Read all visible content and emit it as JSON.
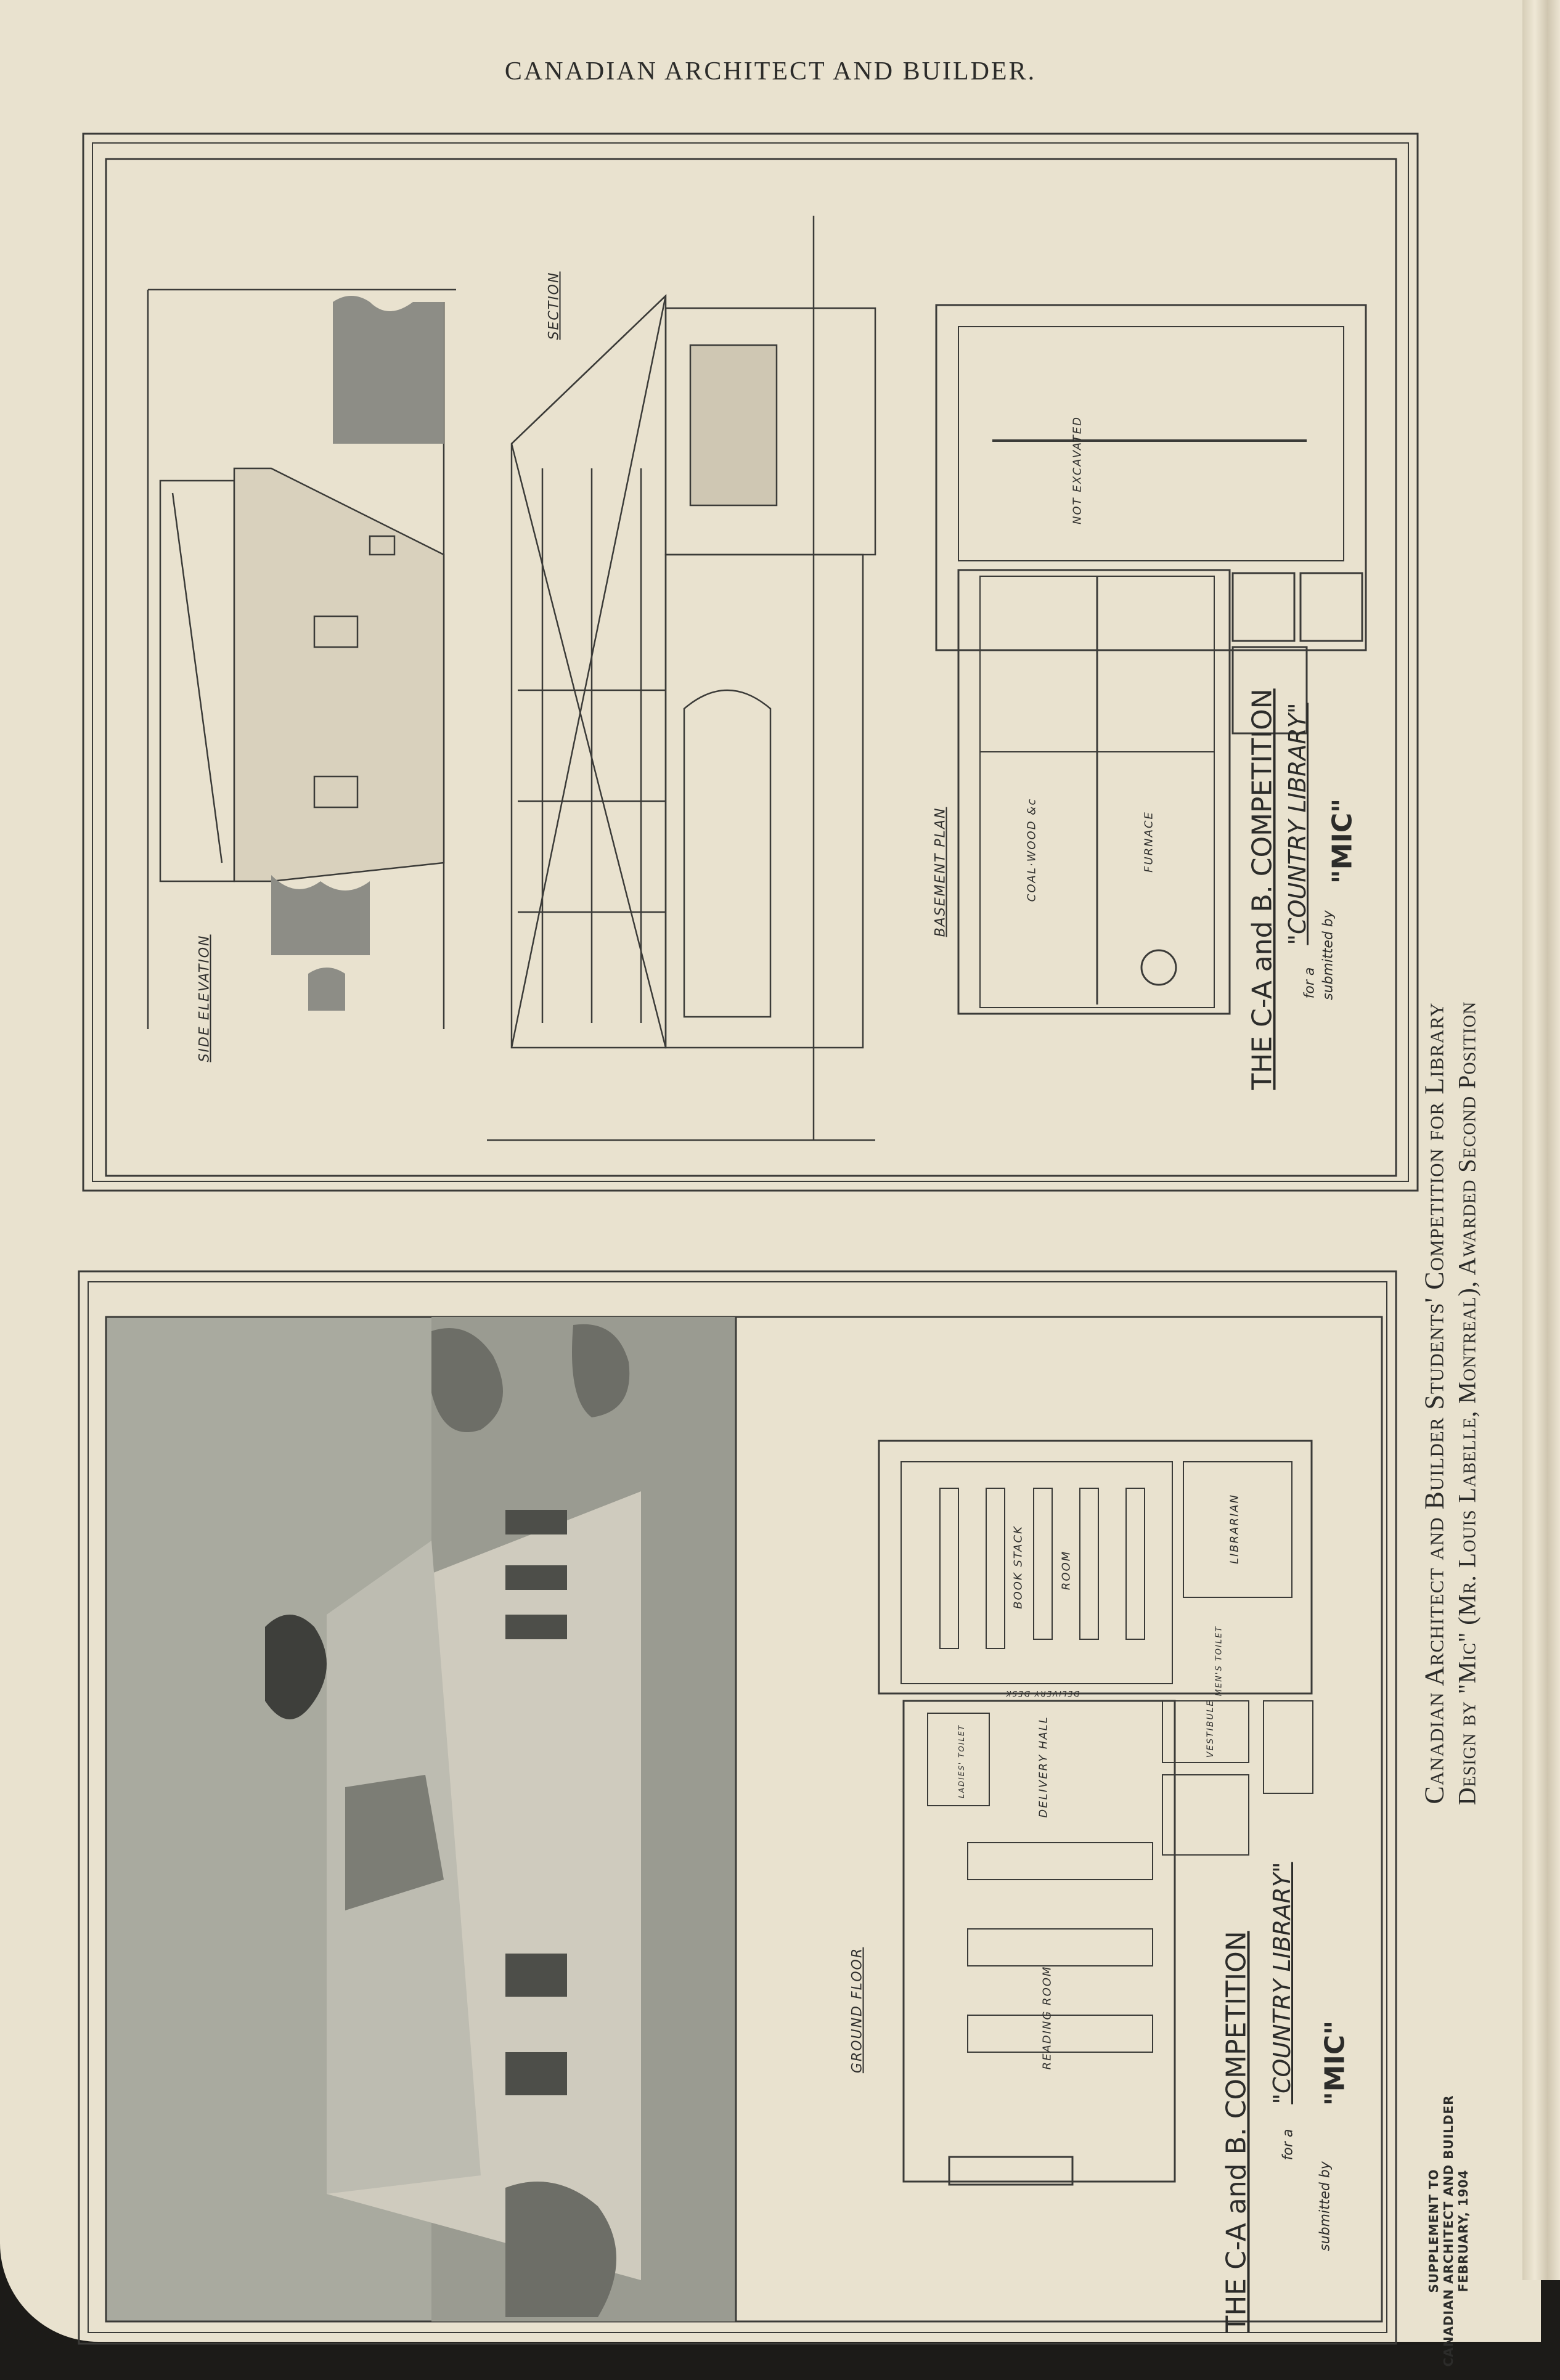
{
  "header": {
    "title": "CANADIAN ARCHITECT AND BUILDER."
  },
  "upper_sheet": {
    "side_elevation_label": "SIDE ELEVATION",
    "section_label": "SECTION",
    "basement_plan_label": "BASEMENT PLAN",
    "basement_rooms": {
      "not_excavated": "NOT EXCAVATED",
      "coal_wood": "COAL·WOOD &c",
      "furnace": "FURNACE"
    },
    "competition_title": "THE C-A and B. COMPETITION",
    "for_a": "for a",
    "project": "\"COUNTRY LIBRARY\"",
    "submitted_by": "submitted by",
    "author": "\"MIC\""
  },
  "lower_sheet": {
    "ground_floor_label": "GROUND FLOOR",
    "rooms": {
      "book_stack": "BOOK STACK",
      "room": "ROOM",
      "librarian": "LIBRARIAN",
      "mens_toilet": "MEN'S TOILET",
      "vestibule": "VESTIBULE",
      "delivery_hall": "DELIVERY HALL",
      "ladies_toilet": "LADIES' TOILET",
      "delivery_desk": "DELIVERY DESK",
      "reading_room": "READING ROOM"
    },
    "competition_title": "THE C-A and B. COMPETITION",
    "for_a": "for a",
    "project": "\"COUNTRY LIBRARY\"",
    "submitted_by": "submitted by",
    "author": "\"MIC\""
  },
  "caption": {
    "line1": "Canadian Architect and Builder Students' Competition for Library",
    "line2": "Design by \"Mic\" (Mr. Louis Labelle, Montreal), Awarded Second Position"
  },
  "supplement": {
    "line1": "SUPPLEMENT TO",
    "line2": "CANADIAN ARCHITECT AND BUILDER",
    "line3": "FEBRUARY, 1904"
  }
}
